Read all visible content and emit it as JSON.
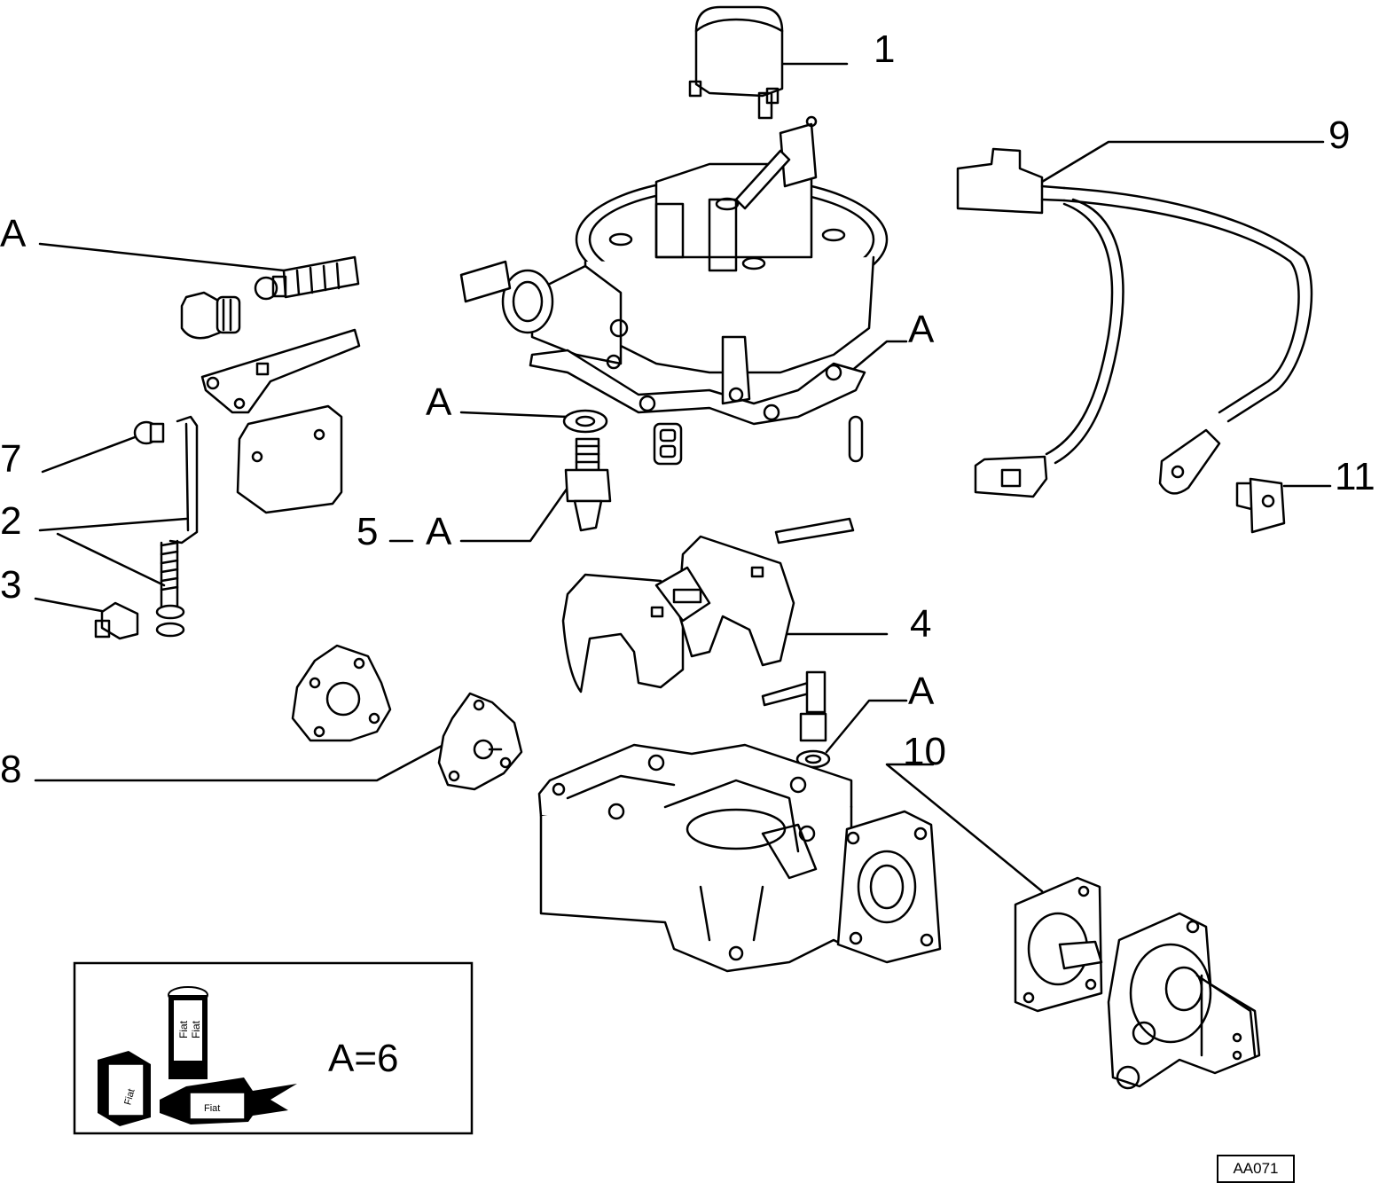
{
  "labels": {
    "l1": "1",
    "l9": "9",
    "l11": "11",
    "l4": "4",
    "l10": "10",
    "l7": "7",
    "l2": "2",
    "l3": "3",
    "l8": "8",
    "l5": "5",
    "a_top_left": "A",
    "a_right_body": "A",
    "a_washer": "A",
    "a_jet": "A",
    "a_needle": "A"
  },
  "kit": {
    "equation": "A=6",
    "brand_text": "Fiat"
  },
  "diagram_code": "AA071",
  "colors": {
    "ink": "#000000",
    "paper": "#ffffff"
  }
}
